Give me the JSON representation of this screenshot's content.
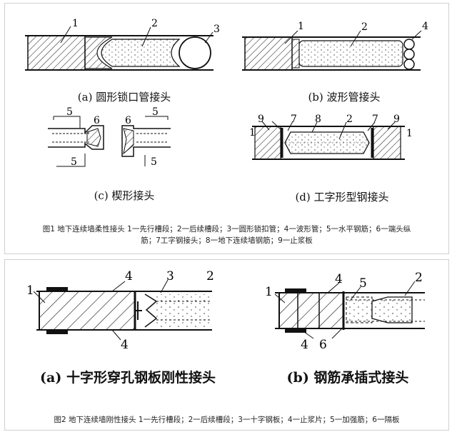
{
  "fig1": {
    "sub_a": "(a) 圆形锁口管接头",
    "sub_b": "(b) 波形管接头",
    "sub_c": "(c) 楔形接头",
    "sub_d": "(d) 工字形型钢接头",
    "caption_line1": "图1 地下连续墙柔性接头 1一先行槽段；2一后续槽段；3一圆形锁扣管；4一波形管；5一水平钢筋；6一端头纵",
    "caption_line2": "筋；7工字钢接头；8一地下连续墙钢筋；9一止浆板",
    "labels": {
      "a1": "1",
      "a2": "2",
      "a3": "3",
      "b1": "1",
      "b2": "2",
      "b4": "4",
      "c5a": "5",
      "c6a": "6",
      "c5b": "5",
      "c6b": "6",
      "c5c": "5",
      "c5d": "5",
      "d1a": "1",
      "d9a": "9",
      "d7a": "7",
      "d8": "8",
      "d2": "2",
      "d7b": "7",
      "d9b": "9",
      "d1b": "1"
    }
  },
  "fig2": {
    "sub_a": "(a) 十字形穿孔钢板刚性接头",
    "sub_b": "(b) 钢筋承插式接头",
    "caption": "图2 地下连续墙刚性接头 1一先行槽段；2一后续槽段；3一十字钢板；4一止浆片；5一加强筋；6一隔板",
    "labels": {
      "a1": "1",
      "a4a": "4",
      "a3": "3",
      "a2": "2",
      "a4b": "4",
      "b1": "1",
      "b4a": "4",
      "b5": "5",
      "b2": "2",
      "b4b": "4",
      "b6": "6"
    }
  }
}
